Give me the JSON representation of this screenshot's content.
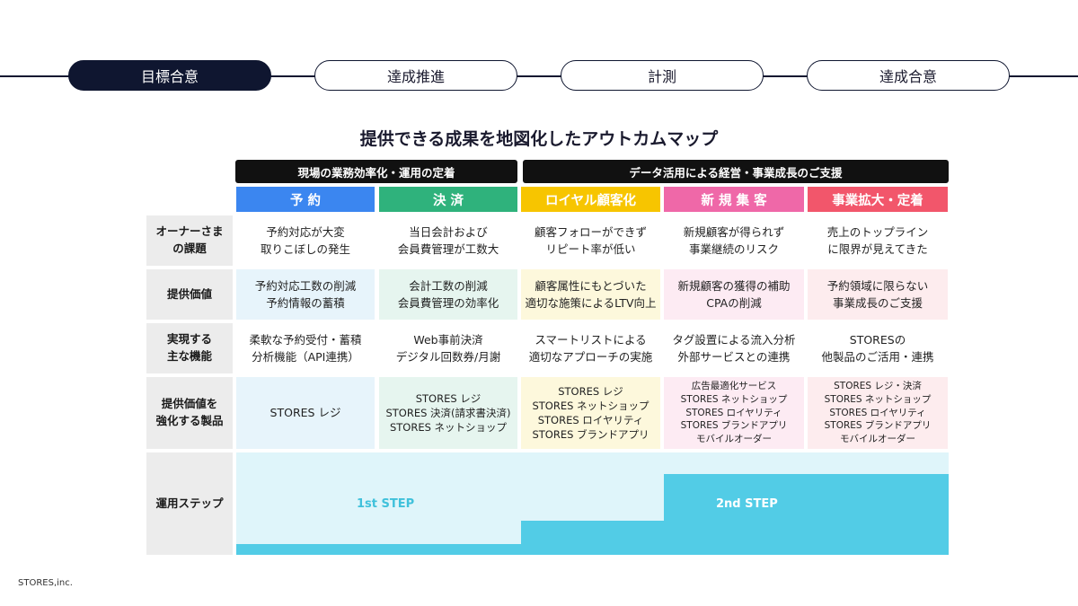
{
  "progress": {
    "steps": [
      "目標合意",
      "達成推進",
      "計測",
      "達成合意"
    ],
    "active_step": "目標合意"
  },
  "title": "提供できる成果を地図化したアウトカムマップ",
  "headers": {
    "left": "現場の業務効率化・運用の定着",
    "right": "データ活用による経営・事業成長のご支援"
  },
  "categories": [
    {
      "label": "予 約",
      "color": "#3b86f0"
    },
    {
      "label": "決 済",
      "color": "#2fb27c"
    },
    {
      "label": "ロイヤル顧客化",
      "color": "#f7c500"
    },
    {
      "label": "新 規 集 客",
      "color": "#ef68a8"
    },
    {
      "label": "事業拡大・定着",
      "color": "#f2566b"
    }
  ],
  "column_tints": [
    "#e7f4fb",
    "#e6f5ef",
    "#fdf8dc",
    "#fdebf3",
    "#fdecee"
  ],
  "rows": [
    {
      "label": "オーナーさま\nの課題",
      "cells": [
        "予約対応が大変\n取りこぼしの発生",
        "当日会計および\n会員費管理が工数大",
        "顧客フォローができず\nリピート率が低い",
        "新規顧客が得られず\n事業継続のリスク",
        "売上のトップライン\nに限界が見えてきた"
      ],
      "tinted": false
    },
    {
      "label": "提供価値",
      "cells": [
        "予約対応工数の削減\n予約情報の蓄積",
        "会計工数の削減\n会員費管理の効率化",
        "顧客属性にもとづいた\n適切な施策によるLTV向上",
        "新規顧客の獲得の補助\nCPAの削減",
        "予約領域に限らない\n事業成長のご支援"
      ],
      "tinted": true
    },
    {
      "label": "実現する\n主な機能",
      "cells": [
        "柔軟な予約受付・蓄積\n分析機能（API連携）",
        "Web事前決済\nデジタル回数券/月謝",
        "スマートリストによる\n適切なアプローチの実施",
        "タグ設置による流入分析\n外部サービスとの連携",
        "STORESの\n他製品のご活用・連携"
      ],
      "tinted": false
    },
    {
      "label": "提供価値を\n強化する製品",
      "cells": [
        "STORES レジ",
        "STORES レジ\nSTORES 決済(請求書決済)\nSTORES ネットショップ",
        "STORES レジ\nSTORES ネットショップ\nSTORES ロイヤリティ\nSTORES ブランドアプリ",
        "広告最適化サービス\nSTORES ネットショップ\nSTORES ロイヤリティ\nSTORES ブランドアプリ\nモバイルオーダー",
        "STORES レジ・決済\nSTORES ネットショップ\nSTORES ロイヤリティ\nSTORES ブランドアプリ\nモバイルオーダー"
      ],
      "tinted": true
    }
  ],
  "steps_row": {
    "label": "運用ステップ",
    "step1": "1st STEP",
    "step2": "2nd STEP",
    "step1_color": "#3fc1db",
    "step2_color": "#ffffff",
    "fill_color": "#52cce6",
    "bg_color": "#dff5fa"
  },
  "footer": "STORES,inc."
}
